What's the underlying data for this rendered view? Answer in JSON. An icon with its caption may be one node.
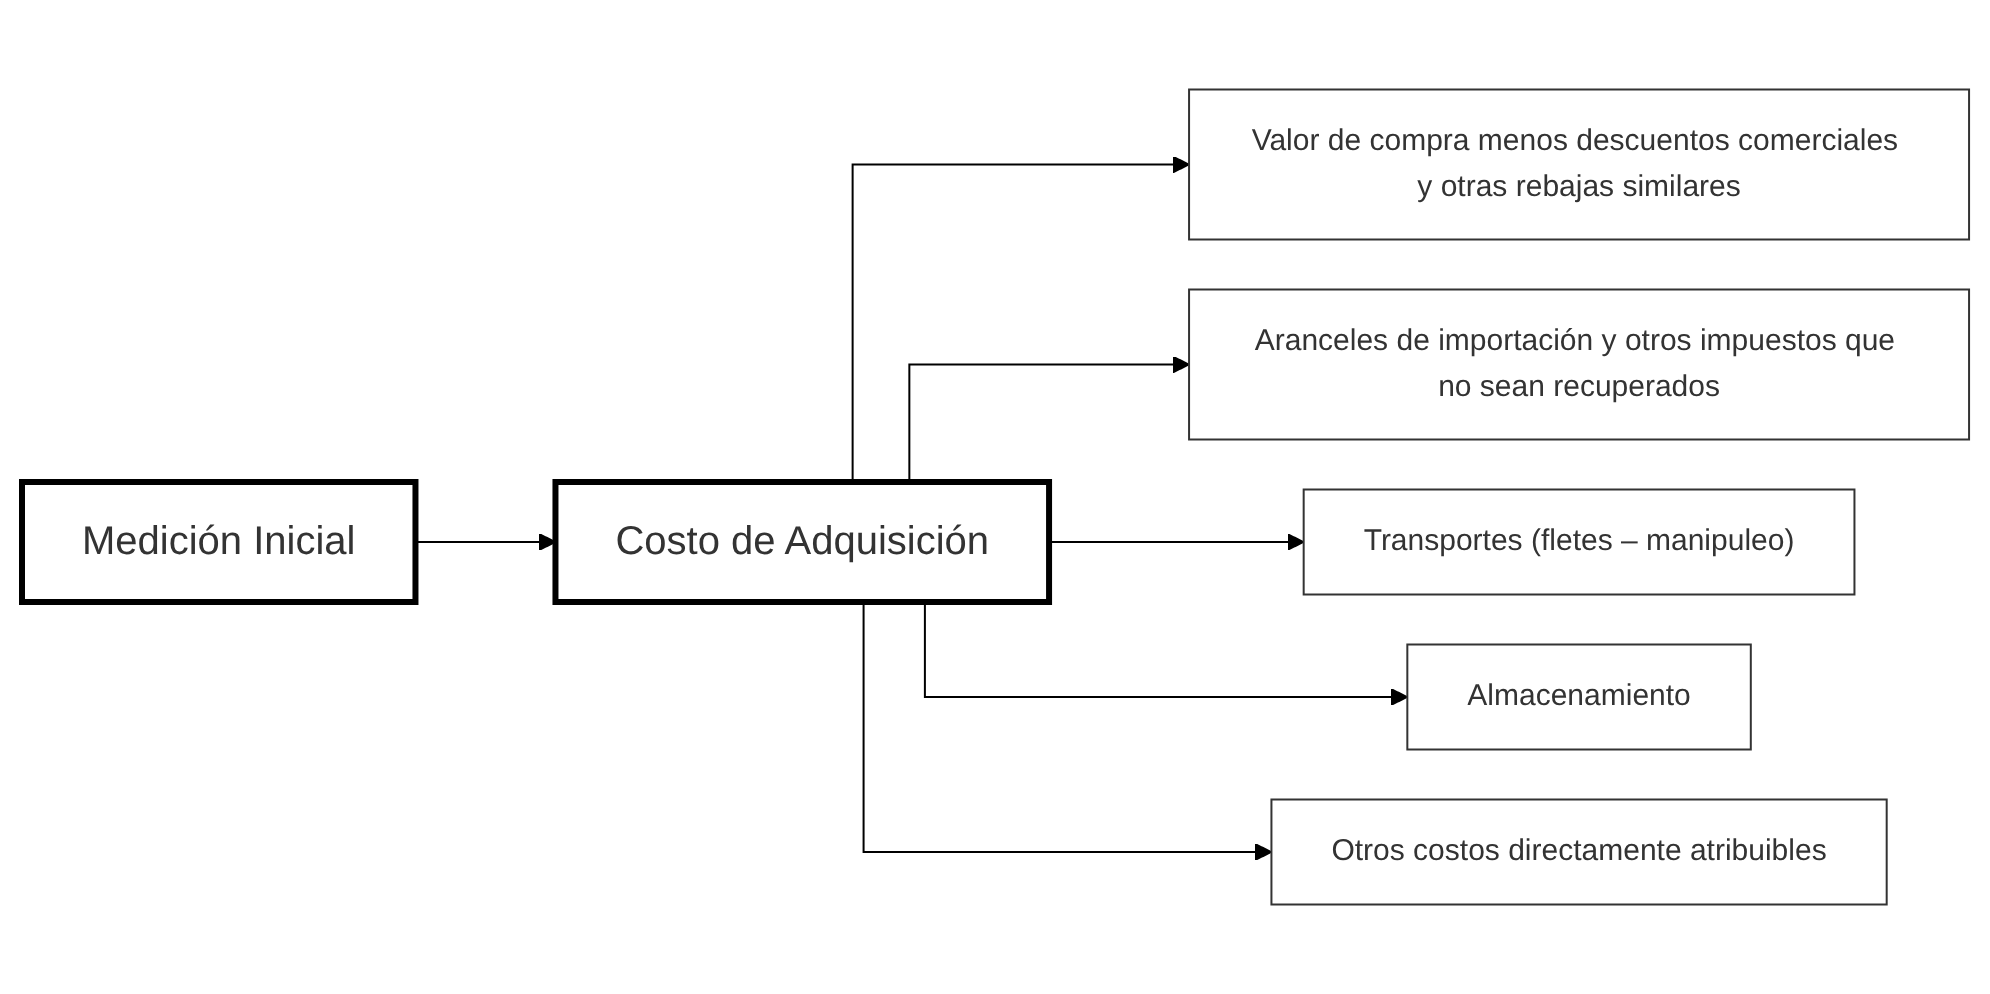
{
  "diagram": {
    "nodes": [
      {
        "text": [
          "Medición Inicial"
        ]
      },
      {
        "text": [
          "Costo de Adquisición"
        ]
      },
      {
        "text": [
          "Valor de compra menos descuentos comerciales y otras rebajas similares"
        ]
      },
      {
        "text": [
          "Aranceles de importación y otros impuestos que no sean recuperados"
        ]
      },
      {
        "text": [
          "Transportes (fletes – manipuleo)"
        ]
      },
      {
        "text": [
          "Almacenamiento"
        ]
      },
      {
        "text": [
          "Otros costos directamente atribuibles"
        ]
      }
    ],
    "edges": [
      {
        "from": 0,
        "to": 1,
        "arrow": "to"
      },
      {
        "from": 1,
        "to": 2,
        "arrow": "to"
      },
      {
        "from": 1,
        "to": 3,
        "arrow": "to"
      },
      {
        "from": 1,
        "to": 4,
        "arrow": "to"
      },
      {
        "from": 1,
        "to": 5,
        "arrow": "to"
      },
      {
        "from": 1,
        "to": 6,
        "arrow": "to"
      }
    ]
  }
}
